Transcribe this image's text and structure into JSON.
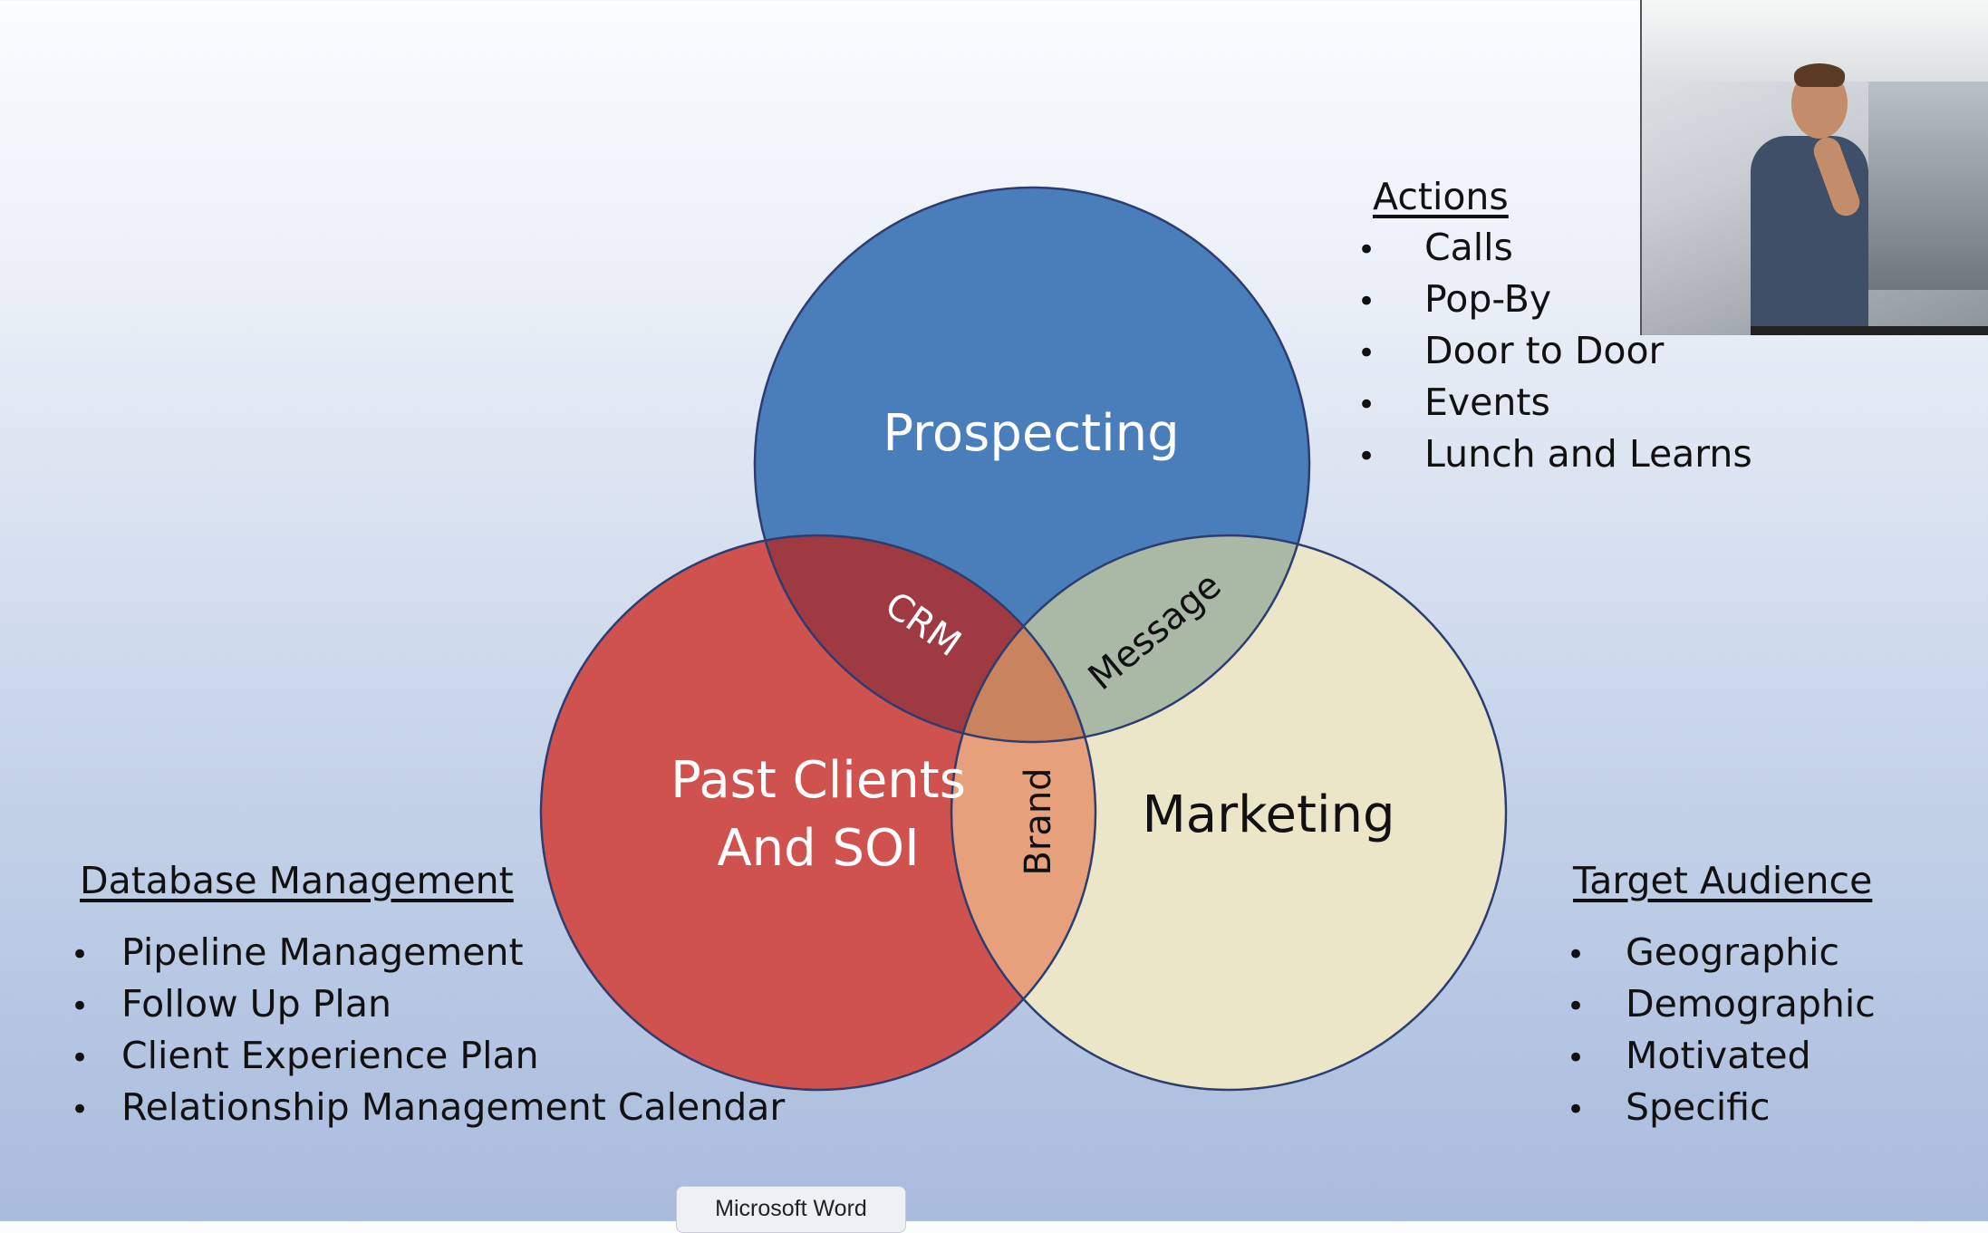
{
  "venn": {
    "circles": {
      "top": "Prospecting",
      "left_line1": "Past Clients",
      "left_line2": "And SOI",
      "right": "Marketing"
    },
    "overlaps": {
      "top_left": "CRM",
      "top_right": "Message",
      "left_right": "Brand"
    },
    "colors": {
      "prospecting": "#4a7ebb",
      "past_clients": "#d0504d",
      "marketing": "#eeead0",
      "outline": "#2c3d70"
    }
  },
  "actions": {
    "title": "Actions",
    "items": [
      "Calls",
      "Pop-By",
      "Door to Door",
      "Events",
      "Lunch and Learns"
    ]
  },
  "database": {
    "title": "Database Management",
    "items": [
      "Pipeline Management",
      "Follow Up Plan",
      "Client Experience Plan",
      "Relationship Management Calendar"
    ]
  },
  "audience": {
    "title": "Target Audience",
    "items": [
      "Geographic",
      "Demographic",
      "Motivated",
      "Specific"
    ]
  },
  "tooltip": {
    "label": "Microsoft Word"
  }
}
